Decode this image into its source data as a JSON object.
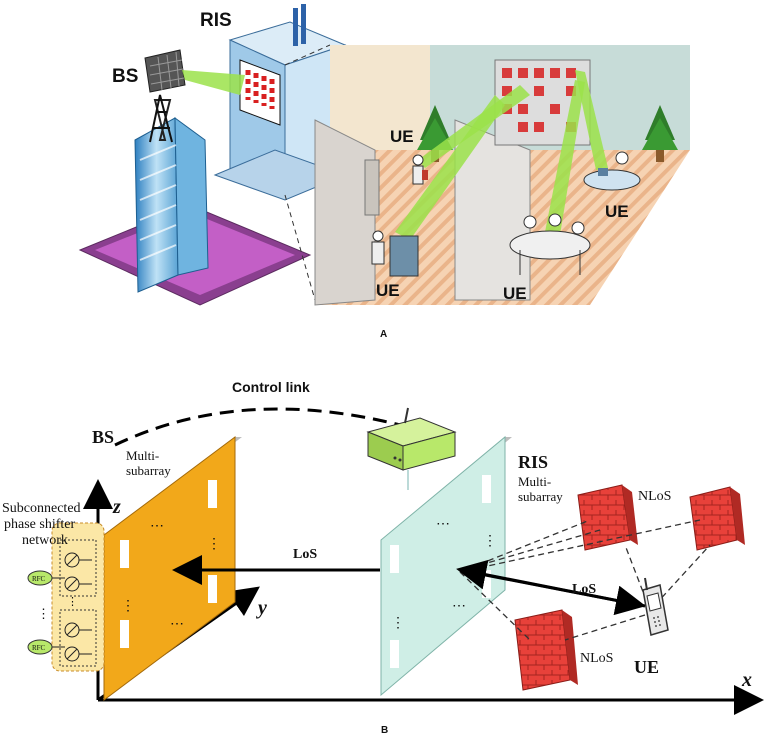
{
  "panel_a": {
    "caption": "A",
    "bs_label": "BS",
    "ris_label": "RIS",
    "ue_labels": [
      "UE",
      "UE",
      "UE",
      "UE"
    ]
  },
  "panel_b": {
    "caption": "B",
    "control_link": "Control link",
    "bs_label": "BS",
    "bs_sublabel_1": "Multi-",
    "bs_sublabel_2": "subarray",
    "ris_label": "RIS",
    "ris_sublabel_1": "Multi-",
    "ris_sublabel_2": "subarray",
    "network_label_1": "Subconnected",
    "network_label_2": "phase shifter",
    "network_label_3": "network",
    "rfc_label": "RFC",
    "los_label": "LoS",
    "nlos_label": "NLoS",
    "ue_label": "UE",
    "axis_x": "x",
    "axis_y": "y",
    "axis_z": "z"
  },
  "colors": {
    "beam": "#9be24a",
    "bs_panel": "#f2a81a",
    "ris_panel": "#cfeee6",
    "wall": "#e8413a",
    "router": "#b8e86a",
    "floor": "#f2c9a4",
    "network_box": "#fbe7a6"
  }
}
